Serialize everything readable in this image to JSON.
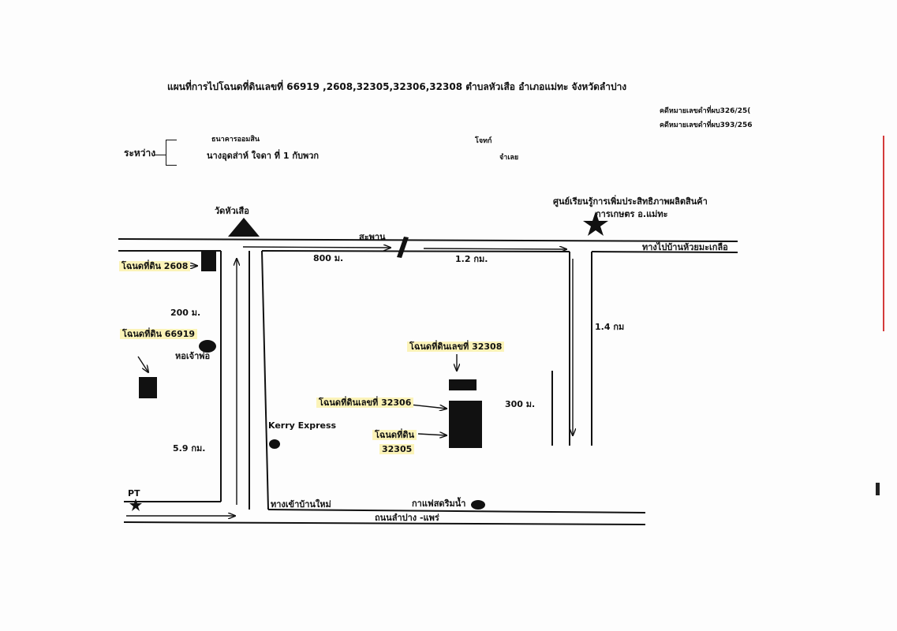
{
  "header": {
    "title": "แผนที่การไปโฉนดที่ดินเลขที่   66919 ,2608,32305,32306,32308 ตำบลหัวเสือ อำเภอแม่ทะ  จังหวัดลำปาง",
    "case_ref_1": "คดีหมายเลขดำที่ผบ326/25(",
    "case_ref_2": "คดีหมายเลขดำที่ผบ393/256"
  },
  "parties": {
    "between_label": "ระหว่าง",
    "bank": "ธนาคารออมสิน",
    "defendant": "นางอุดส่าห์  ใจดา   ที่ 1 กับพวก",
    "plaintiff_role": "โจทก์",
    "defendant_role": "จำเลย"
  },
  "landmarks": {
    "temple": "วัดหัวเสือ",
    "bridge": "สะพาน",
    "center_line1": "ศูนย์เรียนรู้การเพิ่มประสิทธิภาพผลิตสินค้า",
    "center_line2": "การเกษตร อ.แม่ทะ",
    "shrine": "หอเจ้าพ่อ",
    "kerry": "Kerry Express",
    "cafe": "กาแฟสดริมน้ำ",
    "pt": "PT"
  },
  "roads": {
    "to_huai_ma_kluea": "ทางไปบ้านห้วยมะเกลือ",
    "to_ban_mai": "ทางเข้าบ้านใหม่",
    "lampang_phrae": "ถนนลำปาง -แพร่"
  },
  "distances": {
    "d_800m": "800 ม.",
    "d_1_2km": "1.2 กม.",
    "d_1_4km": "1.4 กม",
    "d_200m": "200 ม.",
    "d_5_9km": "5.9 กม.",
    "d_300m": "300 ม."
  },
  "parcels": {
    "p2608": "โฉนดที่ดิน 2608",
    "p66919": "โฉนดที่ดิน 66919",
    "p32308": "โฉนดที่ดินเลขที่ 32308",
    "p32306": "โฉนดที่ดินเลขที่ 32306",
    "p32305_line1": "โฉนดที่ดิน",
    "p32305_line2": "32305"
  },
  "colors": {
    "ink": "#111111",
    "highlight": "#fbf3b8",
    "edge_mark": "#d43b3b"
  }
}
